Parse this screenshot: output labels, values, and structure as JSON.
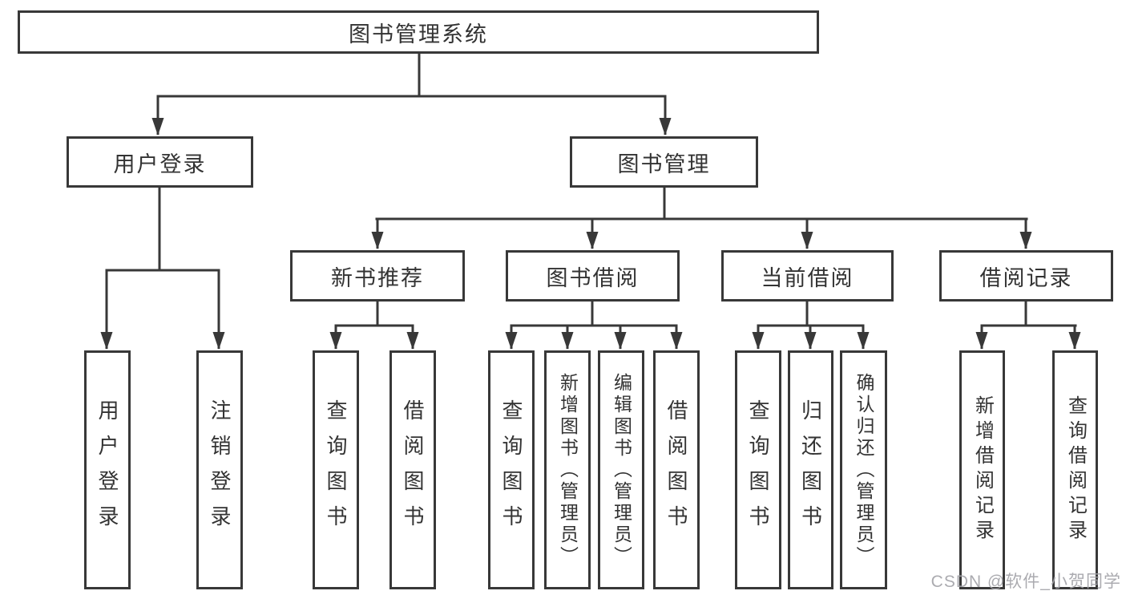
{
  "root": {
    "label": "图书管理系统"
  },
  "user_branch": {
    "label": "用户登录",
    "children": [
      {
        "label": "用户登录"
      },
      {
        "label": "注销登录"
      }
    ]
  },
  "book_branch": {
    "label": "图书管理",
    "groups": [
      {
        "label": "新书推荐",
        "children": [
          {
            "label": "查询图书"
          },
          {
            "label": "借阅图书"
          }
        ]
      },
      {
        "label": "图书借阅",
        "children": [
          {
            "label": "查询图书"
          },
          {
            "label": "新增图书（管理员）"
          },
          {
            "label": "编辑图书（管理员）"
          },
          {
            "label": "借阅图书"
          }
        ]
      },
      {
        "label": "当前借阅",
        "children": [
          {
            "label": "查询图书"
          },
          {
            "label": "归还图书"
          },
          {
            "label": "确认归还（管理员）"
          }
        ]
      },
      {
        "label": "借阅记录",
        "children": [
          {
            "label": "新增借阅记录"
          },
          {
            "label": "查询借阅记录"
          }
        ]
      }
    ]
  },
  "watermark": {
    "text": "CSDN @软件_小贺同学"
  },
  "colors": {
    "line": "#383838",
    "text": "#333333",
    "watermark": "#a3a3a8",
    "background": "#ffffff",
    "box_fill": "#ffffff"
  }
}
